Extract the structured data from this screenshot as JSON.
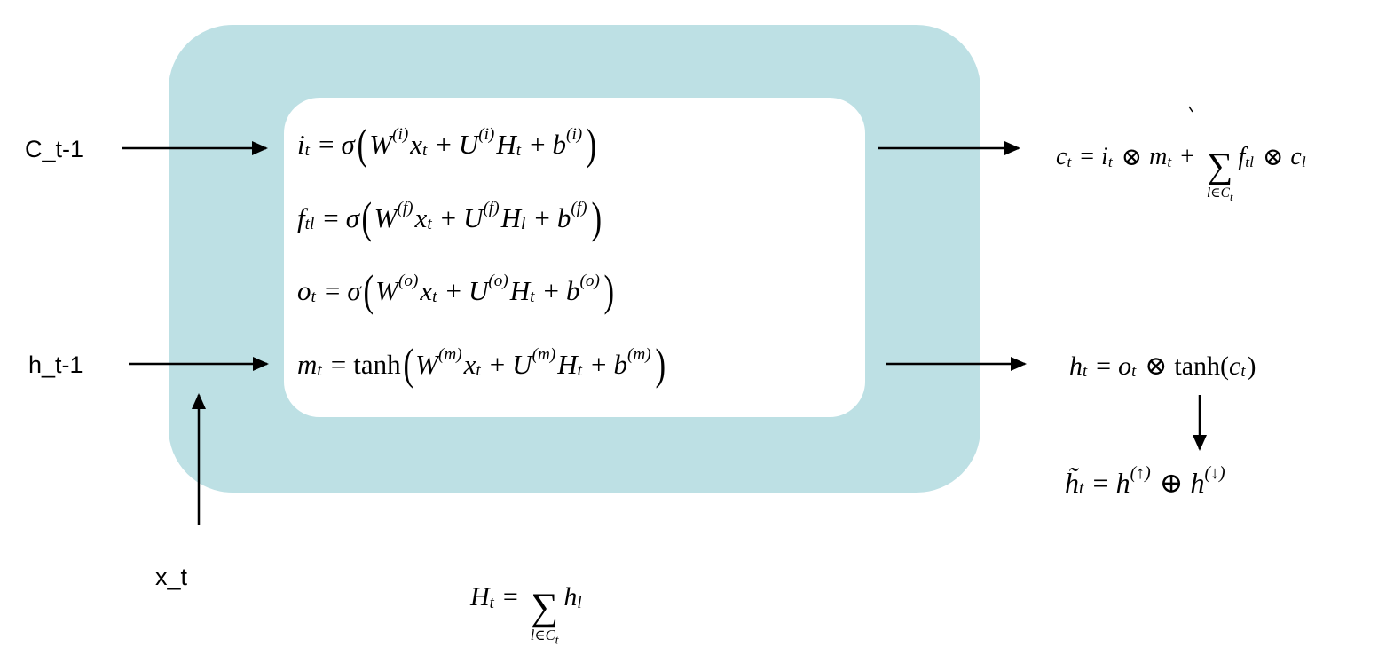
{
  "labels": {
    "c_prev": "C_t-1",
    "h_prev": "h_t-1",
    "x_t": "x_t"
  },
  "equations": {
    "gates": [
      [
        {
          "t": "i",
          "k": "v"
        },
        {
          "t": "t",
          "k": "s"
        },
        {
          "t": "=",
          "k": "op"
        },
        {
          "t": "σ",
          "k": "v"
        },
        {
          "t": "(",
          "k": "L"
        },
        {
          "t": "W",
          "k": "v"
        },
        {
          "t": "(i)",
          "k": "p"
        },
        {
          "t": "x",
          "k": "v"
        },
        {
          "t": "t",
          "k": "s"
        },
        {
          "t": "+",
          "k": "op"
        },
        {
          "t": "U",
          "k": "v"
        },
        {
          "t": "(i)",
          "k": "p"
        },
        {
          "t": "H",
          "k": "v"
        },
        {
          "t": "t",
          "k": "s"
        },
        {
          "t": "+",
          "k": "op"
        },
        {
          "t": "b",
          "k": "v"
        },
        {
          "t": "(i)",
          "k": "p"
        },
        {
          "t": ")",
          "k": "R"
        }
      ],
      [
        {
          "t": "f",
          "k": "v"
        },
        {
          "t": "tl",
          "k": "s"
        },
        {
          "t": "=",
          "k": "op"
        },
        {
          "t": "σ",
          "k": "v"
        },
        {
          "t": "(",
          "k": "L"
        },
        {
          "t": "W",
          "k": "v"
        },
        {
          "t": "(f)",
          "k": "p"
        },
        {
          "t": "x",
          "k": "v"
        },
        {
          "t": "t",
          "k": "s"
        },
        {
          "t": "+",
          "k": "op"
        },
        {
          "t": "U",
          "k": "v"
        },
        {
          "t": "(f)",
          "k": "p"
        },
        {
          "t": "H",
          "k": "v"
        },
        {
          "t": "l",
          "k": "s"
        },
        {
          "t": "+",
          "k": "op"
        },
        {
          "t": "b",
          "k": "v"
        },
        {
          "t": "(f)",
          "k": "p"
        },
        {
          "t": ")",
          "k": "R"
        }
      ],
      [
        {
          "t": "o",
          "k": "v"
        },
        {
          "t": "t",
          "k": "s"
        },
        {
          "t": "=",
          "k": "op"
        },
        {
          "t": "σ",
          "k": "v"
        },
        {
          "t": "(",
          "k": "L"
        },
        {
          "t": "W",
          "k": "v"
        },
        {
          "t": "(o)",
          "k": "p"
        },
        {
          "t": "x",
          "k": "v"
        },
        {
          "t": "t",
          "k": "s"
        },
        {
          "t": "+",
          "k": "op"
        },
        {
          "t": "U",
          "k": "v"
        },
        {
          "t": "(o)",
          "k": "p"
        },
        {
          "t": "H",
          "k": "v"
        },
        {
          "t": "t",
          "k": "s"
        },
        {
          "t": "+",
          "k": "op"
        },
        {
          "t": "b",
          "k": "v"
        },
        {
          "t": "(o)",
          "k": "p"
        },
        {
          "t": ")",
          "k": "R"
        }
      ],
      [
        {
          "t": "m",
          "k": "v"
        },
        {
          "t": "t",
          "k": "s"
        },
        {
          "t": "=",
          "k": "op"
        },
        {
          "t": "tanh",
          "k": "r"
        },
        {
          "t": "(",
          "k": "L"
        },
        {
          "t": "W",
          "k": "v"
        },
        {
          "t": "(m)",
          "k": "p"
        },
        {
          "t": "x",
          "k": "v"
        },
        {
          "t": "t",
          "k": "s"
        },
        {
          "t": "+",
          "k": "op"
        },
        {
          "t": "U",
          "k": "v"
        },
        {
          "t": "(m)",
          "k": "p"
        },
        {
          "t": "H",
          "k": "v"
        },
        {
          "t": "t",
          "k": "s"
        },
        {
          "t": "+",
          "k": "op"
        },
        {
          "t": "b",
          "k": "v"
        },
        {
          "t": "(m)",
          "k": "p"
        },
        {
          "t": ")",
          "k": "R"
        }
      ]
    ],
    "cell": [
      {
        "t": "c",
        "k": "v"
      },
      {
        "t": "t",
        "k": "s"
      },
      {
        "t": "=",
        "k": "op"
      },
      {
        "t": "i",
        "k": "v"
      },
      {
        "t": "t",
        "k": "s"
      },
      {
        "t": "⊗",
        "k": "op"
      },
      {
        "t": "m",
        "k": "v"
      },
      {
        "t": "t",
        "k": "s"
      },
      {
        "t": "+",
        "k": "op"
      },
      {
        "t": "∑",
        "k": "S",
        "u": "l∈C",
        "us": "t"
      },
      {
        "t": "f",
        "k": "v"
      },
      {
        "t": "tl",
        "k": "s"
      },
      {
        "t": "⊗",
        "k": "op"
      },
      {
        "t": "c",
        "k": "v"
      },
      {
        "t": "l",
        "k": "s"
      }
    ],
    "hidden": [
      {
        "t": "h",
        "k": "v"
      },
      {
        "t": "t",
        "k": "s"
      },
      {
        "t": "=",
        "k": "op"
      },
      {
        "t": "o",
        "k": "v"
      },
      {
        "t": "t",
        "k": "s"
      },
      {
        "t": "⊗",
        "k": "op"
      },
      {
        "t": "tanh(",
        "k": "r"
      },
      {
        "t": "c",
        "k": "v"
      },
      {
        "t": "t",
        "k": "s"
      },
      {
        "t": ")",
        "k": "r"
      }
    ],
    "bidir": [
      {
        "t": "h̃",
        "k": "v"
      },
      {
        "t": "t",
        "k": "s"
      },
      {
        "t": "=",
        "k": "op"
      },
      {
        "t": "h",
        "k": "v"
      },
      {
        "t": "(↑)",
        "k": "p"
      },
      {
        "t": "⊕",
        "k": "op"
      },
      {
        "t": "h",
        "k": "v"
      },
      {
        "t": "(↓)",
        "k": "p"
      }
    ],
    "context": [
      {
        "t": "H",
        "k": "v"
      },
      {
        "t": "t",
        "k": "s"
      },
      {
        "t": "=",
        "k": "op"
      },
      {
        "t": "∑",
        "k": "S",
        "u": "l∈C",
        "us": "t"
      },
      {
        "t": "h",
        "k": "v"
      },
      {
        "t": "l",
        "k": "s"
      }
    ]
  },
  "colors": {
    "outer_box": "#bde0e4",
    "inner_box": "#ffffff"
  }
}
